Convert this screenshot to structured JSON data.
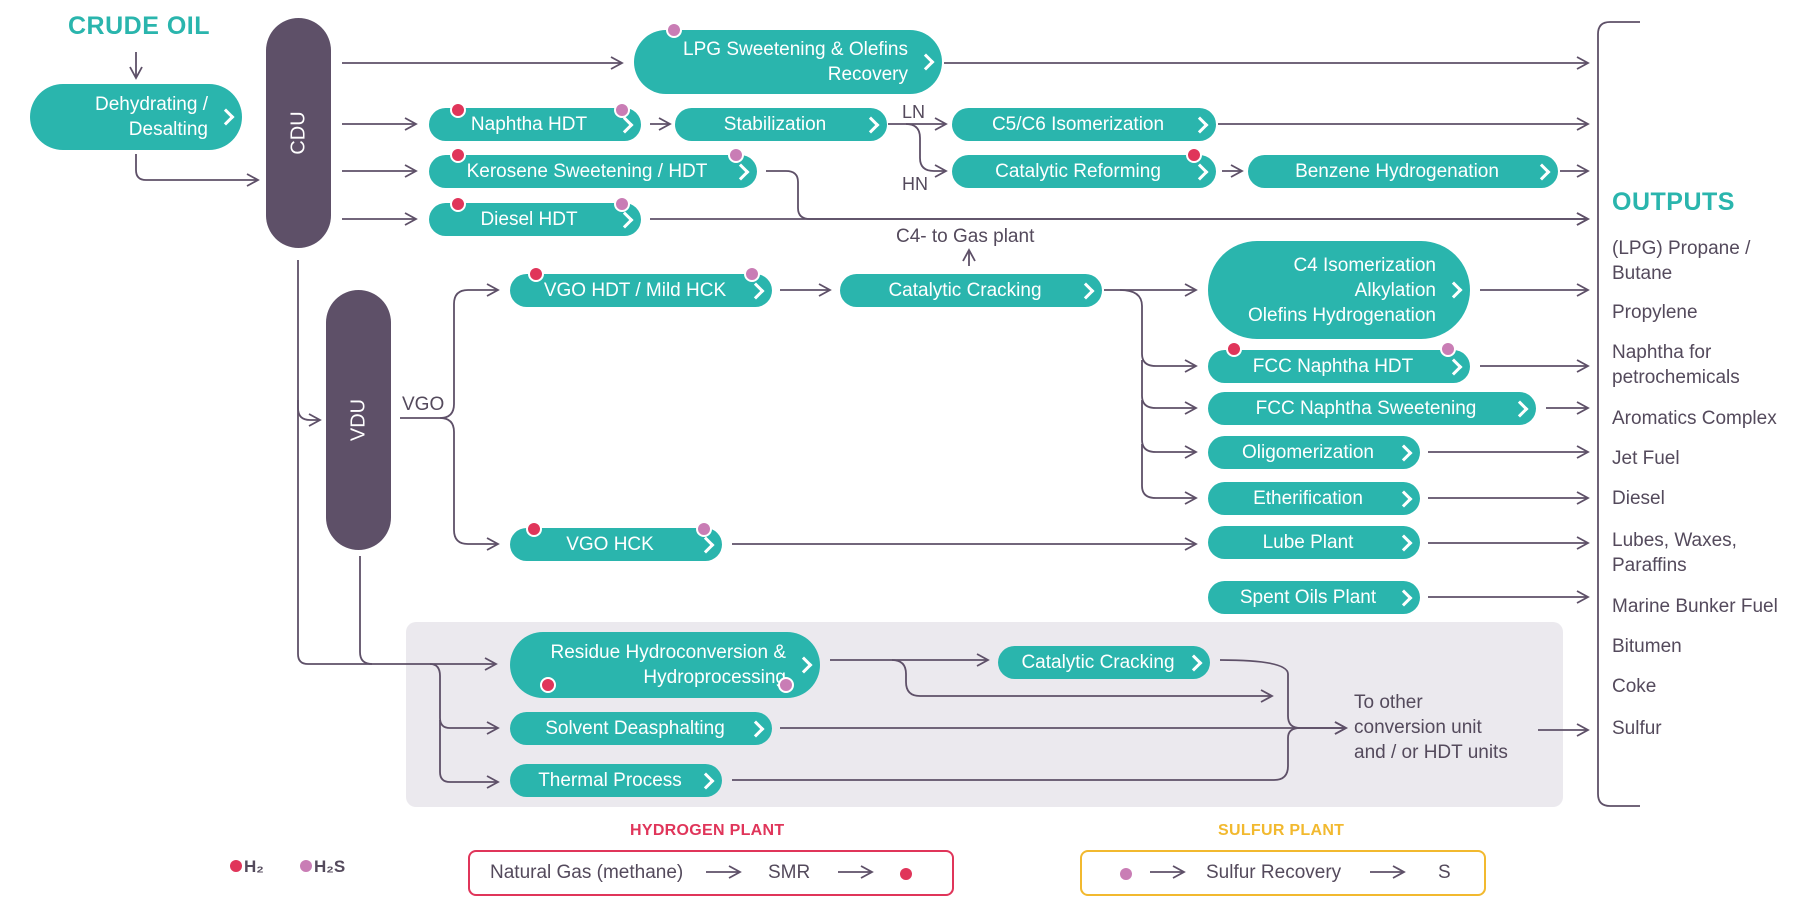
{
  "crude_oil": "CRUDE OIL",
  "outputs_title": "OUTPUTS",
  "towers": {
    "cdu": "CDU",
    "vdu": "VDU"
  },
  "units": {
    "dehydrating": "Dehydrating /\nDesalting",
    "lpg": "LPG Sweetening & Olefins\nRecovery",
    "naphtha_hdt": "Naphtha HDT",
    "stabilization": "Stabilization",
    "c5c6": "C5/C6 Isomerization",
    "kerosene": "Kerosene Sweetening / HDT",
    "reforming": "Catalytic Reforming",
    "benzene": "Benzene Hydrogenation",
    "diesel_hdt": "Diesel HDT",
    "vgo_hdt": "VGO HDT / Mild HCK",
    "fcc": "Catalytic Cracking",
    "c4": "C4 Isomerization\nAlkylation\nOlefins Hydrogenation",
    "fcc_naphtha_hdt": "FCC Naphtha HDT",
    "fcc_sweetening": "FCC Naphtha Sweetening",
    "oligomerization": "Oligomerization",
    "etherification": "Etherification",
    "vgo_hck": "VGO HCK",
    "lube": "Lube Plant",
    "spent_oils": "Spent Oils Plant",
    "residue": "Residue Hydroconversion &\nHydroprocessing",
    "cat_cracking_2": "Catalytic Cracking",
    "solvent": "Solvent Deasphalting",
    "thermal": "Thermal Process"
  },
  "labels": {
    "ln": "LN",
    "hn": "HN",
    "c4_gas": "C4- to Gas plant",
    "vgo": "VGO",
    "to_other": "To other\nconversion unit\nand / or HDT units"
  },
  "outputs": [
    "(LPG) Propane /\nButane",
    "Propylene",
    "Naphtha for\npetrochemicals",
    "Aromatics Complex",
    "Jet Fuel",
    "Diesel",
    "Lubes, Waxes,\nParaffins",
    "Marine Bunker Fuel",
    "Bitumen",
    "Coke",
    "Sulfur"
  ],
  "legend": {
    "h2": "H₂",
    "h2s": "H₂S",
    "hydrogen_title": "HYDROGEN PLANT",
    "hydrogen_feed": "Natural Gas (methane)",
    "hydrogen_unit": "SMR",
    "sulfur_title": "SULFUR PLANT",
    "sulfur_unit": "Sulfur Recovery",
    "sulfur_product": "S"
  },
  "colors": {
    "teal": "#2ab5ad",
    "tower": "#5e5068",
    "line": "#5e5068",
    "h2_dot": "#e0355a",
    "h2s_dot": "#c97db5",
    "hydrogen_accent": "#e0355a",
    "sulfur_accent": "#f2b92f",
    "text": "#544a5c"
  }
}
